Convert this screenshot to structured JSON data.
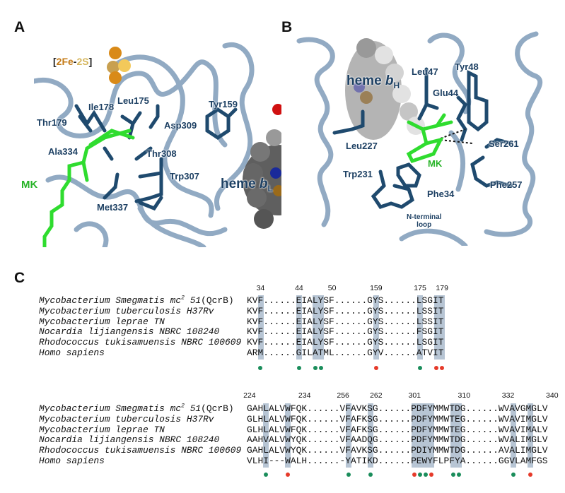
{
  "panels": {
    "a": {
      "label": "A",
      "cluster": {
        "open": "[",
        "fe": "2Fe",
        "dash": "-",
        "s": "2S",
        "close": "]"
      },
      "residues": [
        "Leu175",
        "Ile178",
        "Thr179",
        "Asp309",
        "Tyr159",
        "Ala334",
        "Thr308",
        "Trp307",
        "Met337"
      ],
      "ligand": "MK",
      "heme": {
        "main": "heme ",
        "italic": "b",
        "sub": "L"
      }
    },
    "b": {
      "label": "B",
      "residues": [
        "Leu47",
        "Tyr48",
        "Glu44",
        "Leu227",
        "Ser261",
        "Trp231",
        "Phe34",
        "Phe257"
      ],
      "ligand": "MK",
      "heme": {
        "main": "heme ",
        "italic": "b",
        "sub": "H"
      },
      "loop": [
        "N-terminal",
        "loop"
      ]
    },
    "c": {
      "label": "C"
    }
  },
  "colors": {
    "highlight": "#b7c5d4",
    "green_dot": "#1a8d5b",
    "red_dot": "#e63a2a",
    "ribbon": "#7f9cba",
    "stick": "#1f4a6e",
    "mk": "#33dd33"
  },
  "alignment": {
    "species": [
      {
        "name": "Mycobacterium Smegmatis mc",
        "sup": "2",
        "suffix": " 51",
        "tag": "(QcrB)"
      },
      {
        "name": "Mycobacterium tuberculosis H37Rv"
      },
      {
        "name": "Mycobacterium leprae TN"
      },
      {
        "name": "Nocardia lijiangensis NBRC 108240"
      },
      {
        "name": "Rhodococcus tukisamuensis NBRC 100609"
      },
      {
        "name": "Homo sapiens"
      }
    ],
    "blocks": [
      {
        "numbers": [
          {
            "label": "34",
            "col": 2
          },
          {
            "label": "44",
            "col": 9
          },
          {
            "label": "50",
            "col": 15
          },
          {
            "label": "159",
            "col": 23
          },
          {
            "label": "175",
            "col": 31
          },
          {
            "label": "179",
            "col": 35
          }
        ],
        "sequences": [
          "KVF......EIALYSF......GYS......LSGIT",
          "KVF......EIALYSF......GYS......LSSIT",
          "KVF......EIALYSF......GYS......LSSIT",
          "KVF......EIALYSF......GYS......FSGIT",
          "KVF......EIALYSF......GYS......LSGIT",
          "ARM......GILATML......GYV......ATVIT"
        ],
        "highlight_cols": [
          2,
          9,
          12,
          13,
          23,
          31,
          34,
          35
        ],
        "dots": [
          {
            "col": 2,
            "color": "green"
          },
          {
            "col": 9,
            "color": "green"
          },
          {
            "col": 12,
            "color": "green"
          },
          {
            "col": 13,
            "color": "green"
          },
          {
            "col": 23,
            "color": "red"
          },
          {
            "col": 31,
            "color": "green"
          },
          {
            "col": 34,
            "color": "red"
          },
          {
            "col": 35,
            "color": "red"
          }
        ]
      },
      {
        "numbers": [
          {
            "label": "224",
            "col": 0
          },
          {
            "label": "234",
            "col": 10
          },
          {
            "label": "256",
            "col": 17
          },
          {
            "label": "262",
            "col": 23
          },
          {
            "label": "301",
            "col": 30
          },
          {
            "label": "310",
            "col": 39
          },
          {
            "label": "332",
            "col": 47
          },
          {
            "label": "340",
            "col": 55
          }
        ],
        "sequences": [
          "GAHLALVWFQK......VFAVKSG......PDFYMMWTDG......WVAVGMGLV",
          "GLHLALVWFQK......VFAFKSG......PDFYMMWTEG......WVAVIMGLV",
          "GLHLALVWFQK......VFAFKSG......PDFYMMWTEG......WVAVIMALV",
          "AAHVALVWYQK......VFAADQG......PDFYMMWTDG......WVALIMGLV",
          "GAHLALVWYQK......VFAVKSG......PDIYMMWTDG......AVALIMGLV",
          "VLHI---WALH......-YATIKD......PEWYFLPFYA......GGVLAMFGS"
        ],
        "highlight_cols": [
          3,
          7,
          18,
          22,
          30,
          31,
          32,
          33,
          37,
          38,
          48,
          51
        ],
        "dots": [
          {
            "col": 3,
            "color": "green"
          },
          {
            "col": 7,
            "color": "red"
          },
          {
            "col": 18,
            "color": "green"
          },
          {
            "col": 22,
            "color": "green"
          },
          {
            "col": 30,
            "color": "red"
          },
          {
            "col": 31,
            "color": "green"
          },
          {
            "col": 32,
            "color": "green"
          },
          {
            "col": 33,
            "color": "red"
          },
          {
            "col": 37,
            "color": "green"
          },
          {
            "col": 38,
            "color": "green"
          },
          {
            "col": 48,
            "color": "green"
          },
          {
            "col": 51,
            "color": "red"
          }
        ]
      }
    ]
  }
}
